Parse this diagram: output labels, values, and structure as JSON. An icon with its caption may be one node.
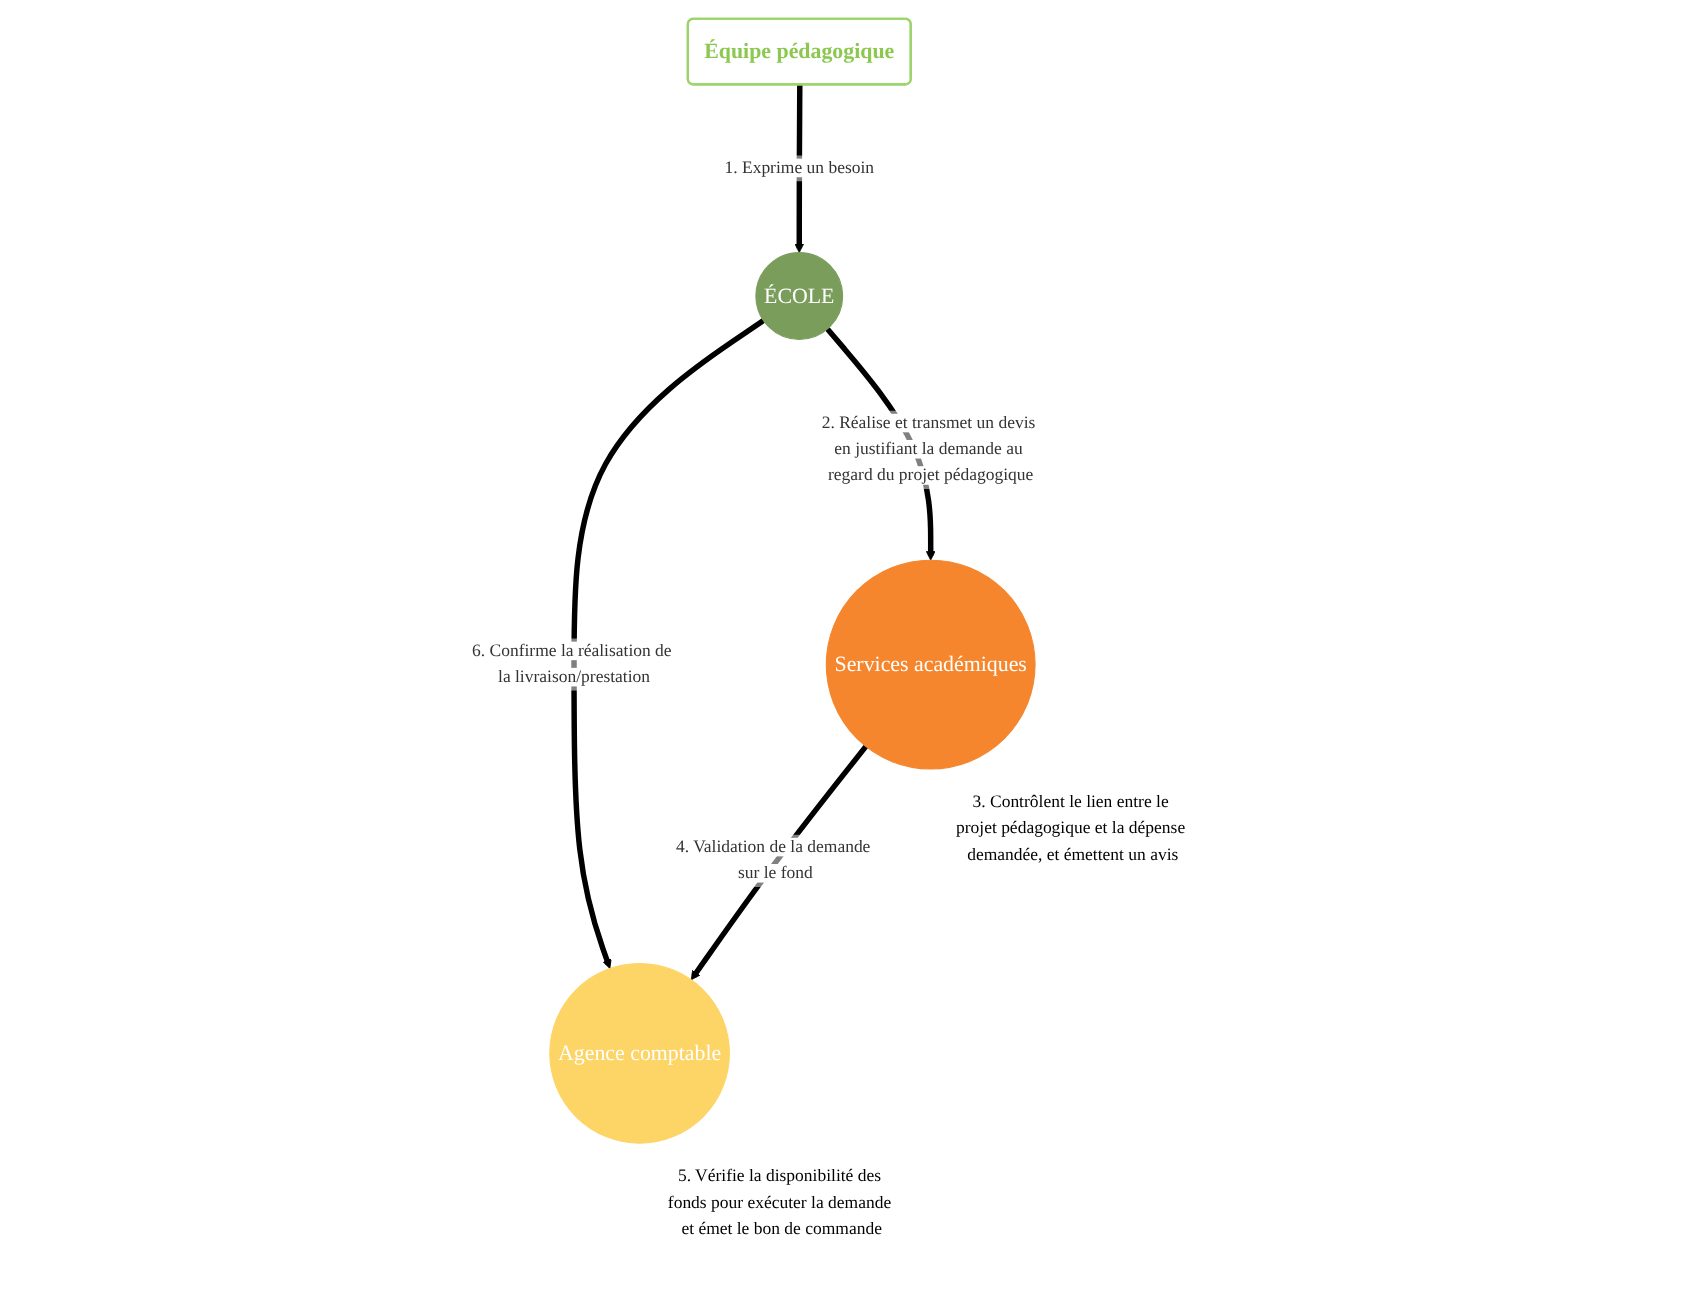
{
  "diagram": {
    "nodes": [
      {
        "text": [
          "Équipe pédagogique"
        ]
      },
      {
        "text": [
          "ÉCOLE"
        ]
      },
      {
        "text": [
          "Services académiques"
        ],
        "beside": [
          "3. Contrôlent le lien entre le projet pédagogique et la dépense demandée, et émettent un avis"
        ]
      },
      {
        "text": [
          "Agence comptable"
        ],
        "beside": [
          "5. Vérifie la disponibilité des fonds pour exécuter la demande et émet le bon de commande"
        ]
      }
    ],
    "edges": [
      {
        "from": 0,
        "to": 1,
        "arrow": "to",
        "label": "1. Exprime un besoin"
      },
      {
        "from": 1,
        "to": 2,
        "arrow": "to",
        "label": "2. Réalise et transmet un devis en justifiant la demande au regard du projet pédagogique"
      },
      {
        "from": 2,
        "to": 3,
        "arrow": "to",
        "label": "4. Validation de la demande sur le fond"
      },
      {
        "from": 1,
        "to": 3,
        "arrow": "to",
        "label": "6. Confirme la réalisation de la livraison/prestation"
      }
    ]
  }
}
